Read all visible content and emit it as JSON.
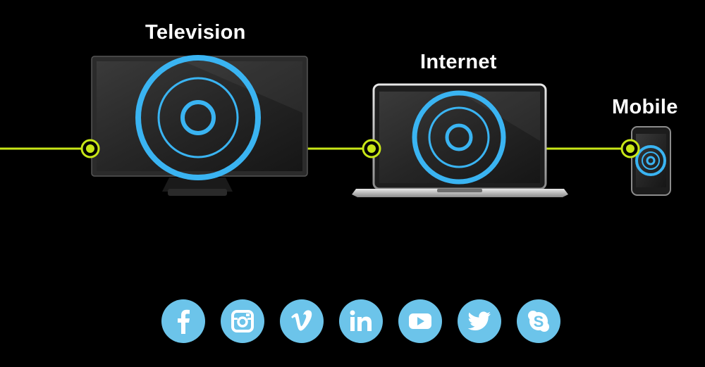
{
  "devices": {
    "television": "Television",
    "internet": "Internet",
    "mobile": "Mobile"
  },
  "colors": {
    "background": "#000000",
    "connector_line": "#c8e617",
    "ring_blue": "#3ab4f2",
    "social_blue": "#6cc4ea"
  },
  "social_icons": [
    "facebook-icon",
    "instagram-icon",
    "vimeo-icon",
    "linkedin-icon",
    "youtube-icon",
    "twitter-icon",
    "skype-icon"
  ]
}
